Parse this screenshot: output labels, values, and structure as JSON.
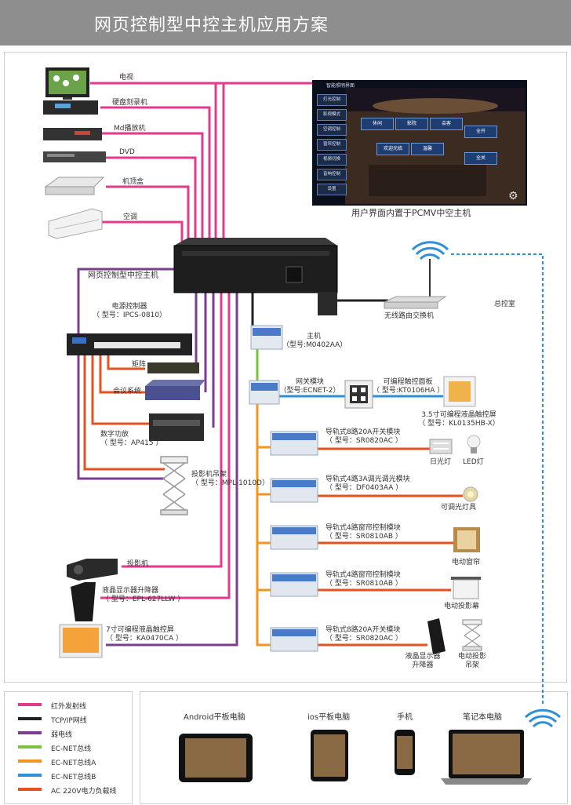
{
  "title": "网页控制型中控主机应用方案",
  "ui_panel": {
    "header": "智能照明界面",
    "side_buttons": [
      "灯光控制",
      "影视模式",
      "空调控制",
      "窗帘控制",
      "视频切换",
      "音响控制",
      "设置"
    ],
    "buttons": [
      "休闲",
      "影院",
      "会客",
      "全开",
      "欢迎光临",
      "温馨",
      "全关"
    ],
    "caption": "用户界面内置于PCMV中空主机"
  },
  "devices_left": {
    "tv": "电视",
    "dvr": "硬盘刻录机",
    "md": "Md播放机",
    "dvd": "DVD",
    "stb": "机顶盒",
    "ac": "空调"
  },
  "host_label": "网页控制型中控主机",
  "router_label": "无线路由交换机",
  "control_room": "总控室",
  "power": {
    "name": "电源控制器",
    "model": "（ 型号：IPCS-0810）"
  },
  "matrix": "矩阵",
  "conference": "会议系统",
  "amplifier": {
    "name": "数字功放",
    "model": "（ 型号：AP415 ）"
  },
  "projector_lift": {
    "name": "投影机吊架",
    "model": "（ 型号：MPL-1010D）"
  },
  "projector": "投影机",
  "lcd_lift": {
    "name": "液晶显示器升降器",
    "model": "（ 型号：EPL-627LLW ）"
  },
  "touch7": {
    "name": "7寸可编程液晶触控屏",
    "model": "（ 型号：KA0470CA ）"
  },
  "main_unit": {
    "name": "主机",
    "model": "（型号:M0402AA）"
  },
  "gateway": {
    "name": "网关模块",
    "model": "（型号:ECNET-2）"
  },
  "touch_panel": {
    "name": "可编程触控面板",
    "model": "（ 型号:KT0106HA ）"
  },
  "touch35": {
    "name": "3.5寸可编程液晶触控屏",
    "model": "（ 型号：KL0135HB-X）"
  },
  "modules": [
    {
      "name": "导轨式8路20A开关模块",
      "model": "（ 型号：SR0820AC ）"
    },
    {
      "name": "导轨式4路3A调光调光模块",
      "model": "（ 型号：DF0403AA ）"
    },
    {
      "name": "导轨式4路窗帘控制模块",
      "model": "（ 型号：SR0810AB ）"
    },
    {
      "name": "导轨式4路窗帘控制模块",
      "model": "（ 型号：SR0810AB ）"
    },
    {
      "name": "导轨式8路20A开关模块",
      "model": "（ 型号：SR0820AC ）"
    }
  ],
  "loads": {
    "fluorescent": "日光灯",
    "led": "LED灯",
    "dimmer_lamp": "可调光灯具",
    "curtain": "电动窗帘",
    "screen": "电动投影幕",
    "lcd_lift": "液晶显示器\n升降器",
    "proj_lift": "电动投影\n吊架"
  },
  "legend": [
    {
      "label": "红外发射线",
      "color": "#e43a8b"
    },
    {
      "label": "TCP/IP网线",
      "color": "#222222"
    },
    {
      "label": "弱电线",
      "color": "#7b3d8f"
    },
    {
      "label": "EC-NET总线",
      "color": "#7cc142"
    },
    {
      "label": "EC-NET总线A",
      "color": "#f29422"
    },
    {
      "label": "EC-NET总线B",
      "color": "#2f8fd8"
    },
    {
      "label": "AC 220V电力负载线",
      "color": "#e8501e"
    }
  ],
  "clients": [
    "Android平板电脑",
    "ios平板电脑",
    "手机",
    "笔记本电脑"
  ]
}
